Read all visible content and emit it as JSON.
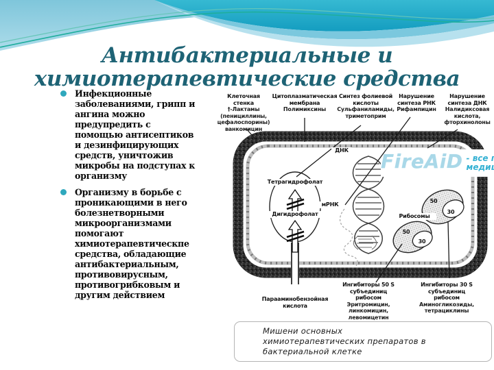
{
  "slide": {
    "title_line1": "Антибактериальные и",
    "title_line2": "химиотерапевтические средства"
  },
  "bullets": [
    {
      "text": "Инфекционные заболеваниями, грипп и ангина можно предупредить с помощью антисептиков и дезинфицирующих средств, уничтожив микробы на подступах к организму"
    },
    {
      "text": "Организму в борьбе с проникающими в него болезнетворными микроорганизмами помогают химиотерапевтическпе средства, обладающие антибактериальным, противовирусным, противогрибковым и другим действием"
    }
  ],
  "diagram": {
    "top_labels": [
      {
        "name": "Клеточная стенка",
        "drugs": "†-Лактамы (пенициллины, цефалоспорины) ванкомицин"
      },
      {
        "name": "Цитоплазматическая мембрана",
        "drugs": "Полимиксины"
      },
      {
        "name": "Синтез фолиевой кислоты",
        "drugs": "Сульфаниламиды, триметоприм"
      },
      {
        "name": "Нарушение синтеза РНК",
        "drugs": "Рифампицин"
      },
      {
        "name": "Нарушение синтеза ДНК",
        "drugs": "Налидиксовая кислота, фторхинолоны"
      }
    ],
    "cell_labels": {
      "dna": "ДНК",
      "mrna": "мРНК",
      "tetrahydrofolate": "Тетрагидрофолат",
      "dihydrofolate": "Дигидрофолат",
      "ribosomes": "Рибосомы",
      "subunit_large": "50",
      "subunit_small": "30"
    },
    "bottom_labels": {
      "paba": "Парааминобензойная кислота",
      "inhibitors_50s_title": "Ингибиторы 50 S субъединиц рибосом",
      "inhibitors_50s_drugs": "Эритромицин, линкомицин, левомицетин",
      "inhibitors_30s_title": "Ингибиторы 30 S субъединиц рибосом",
      "inhibitors_30s_drugs": "Аминогликозиды, тетрациклины"
    },
    "watermark": {
      "brand": "FireAiD",
      "tagline_line1": "- все по",
      "tagline_line2": "медицине."
    },
    "caption": "Мишени основных химиотерапевтических препаратов в бактериальной клетке"
  },
  "colors": {
    "banner_teal": "#1ea9c8",
    "banner_light_blue": "#9fd4e4",
    "title_text": "#1e6375",
    "bullet_dot": "#2fa8bd",
    "watermark_brand": "#a9d8e8",
    "watermark_tagline": "#35b1d3"
  }
}
